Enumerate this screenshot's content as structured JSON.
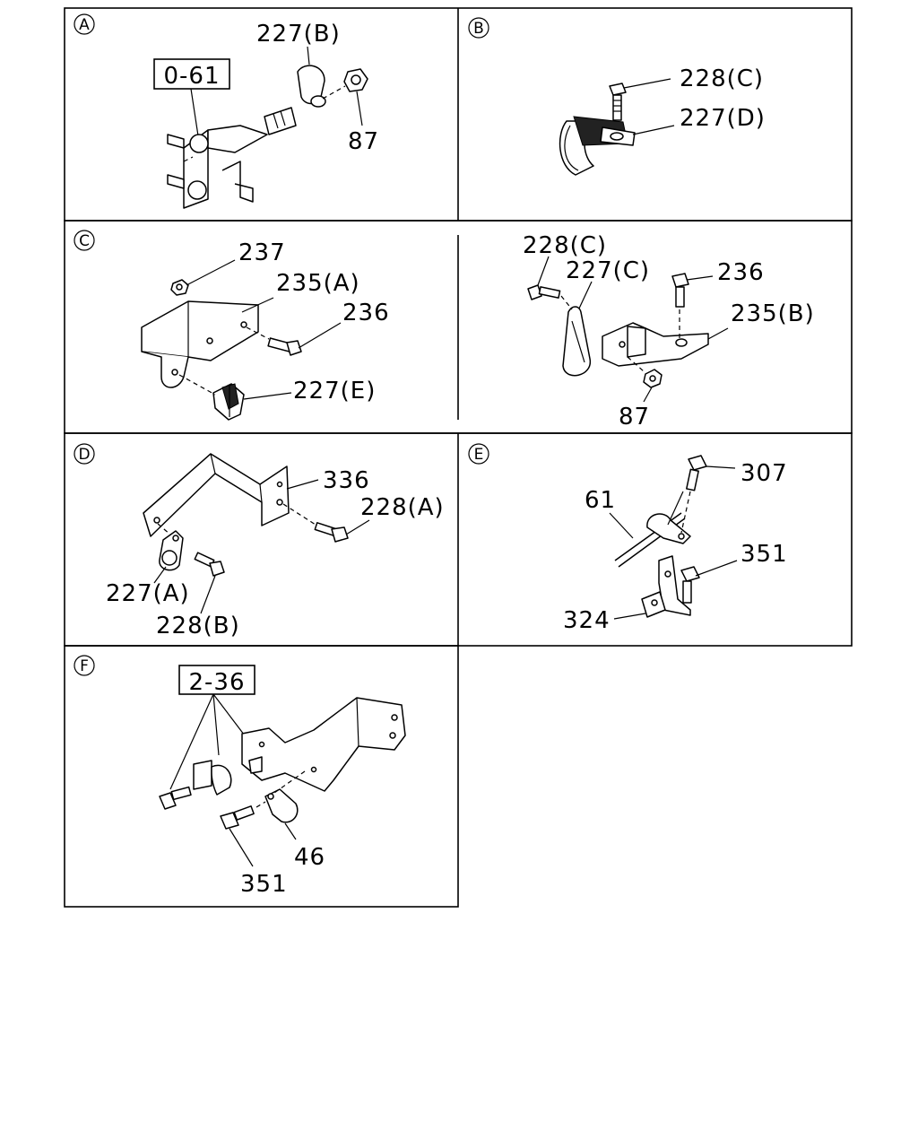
{
  "panels": {
    "A": {
      "letter": "A",
      "ref_box": "0-61",
      "labels": {
        "l227b": "227(B)",
        "l87": "87"
      }
    },
    "B": {
      "letter": "B",
      "labels": {
        "l228c": "228(C)",
        "l227d": "227(D)"
      }
    },
    "C": {
      "letter": "C",
      "labels": {
        "l237": "237",
        "l235a": "235(A)",
        "l236": "236",
        "l227e": "227(E)",
        "l228c": "228(C)",
        "l227c": "227(C)",
        "l236b": "236",
        "l235b": "235(B)",
        "l87": "87"
      }
    },
    "D": {
      "letter": "D",
      "labels": {
        "l336": "336",
        "l228a": "228(A)",
        "l227a": "227(A)",
        "l228b": "228(B)"
      }
    },
    "E": {
      "letter": "E",
      "labels": {
        "l307": "307",
        "l61": "61",
        "l351": "351",
        "l324": "324"
      }
    },
    "F": {
      "letter": "F",
      "ref_box": "2-36",
      "labels": {
        "l46": "46",
        "l351": "351"
      }
    }
  }
}
